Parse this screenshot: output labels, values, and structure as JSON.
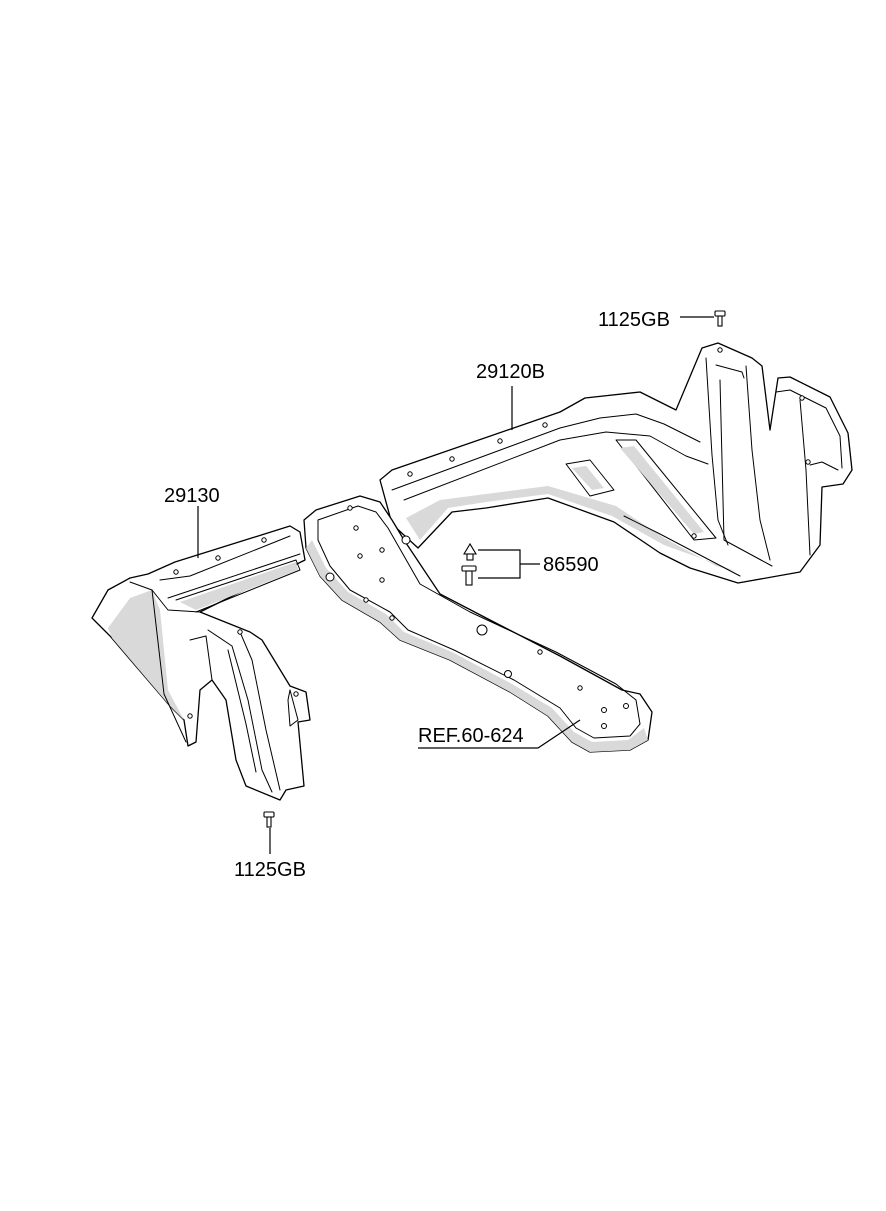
{
  "callouts": {
    "bolt_top": "1125GB",
    "cover_right": "29120B",
    "cover_left": "29130",
    "clip": "86590",
    "reference": "REF.60-624",
    "bolt_bottom": "1125GB"
  },
  "colors": {
    "line": "#000000",
    "shade": "#d9d9d9",
    "background": "#ffffff"
  }
}
